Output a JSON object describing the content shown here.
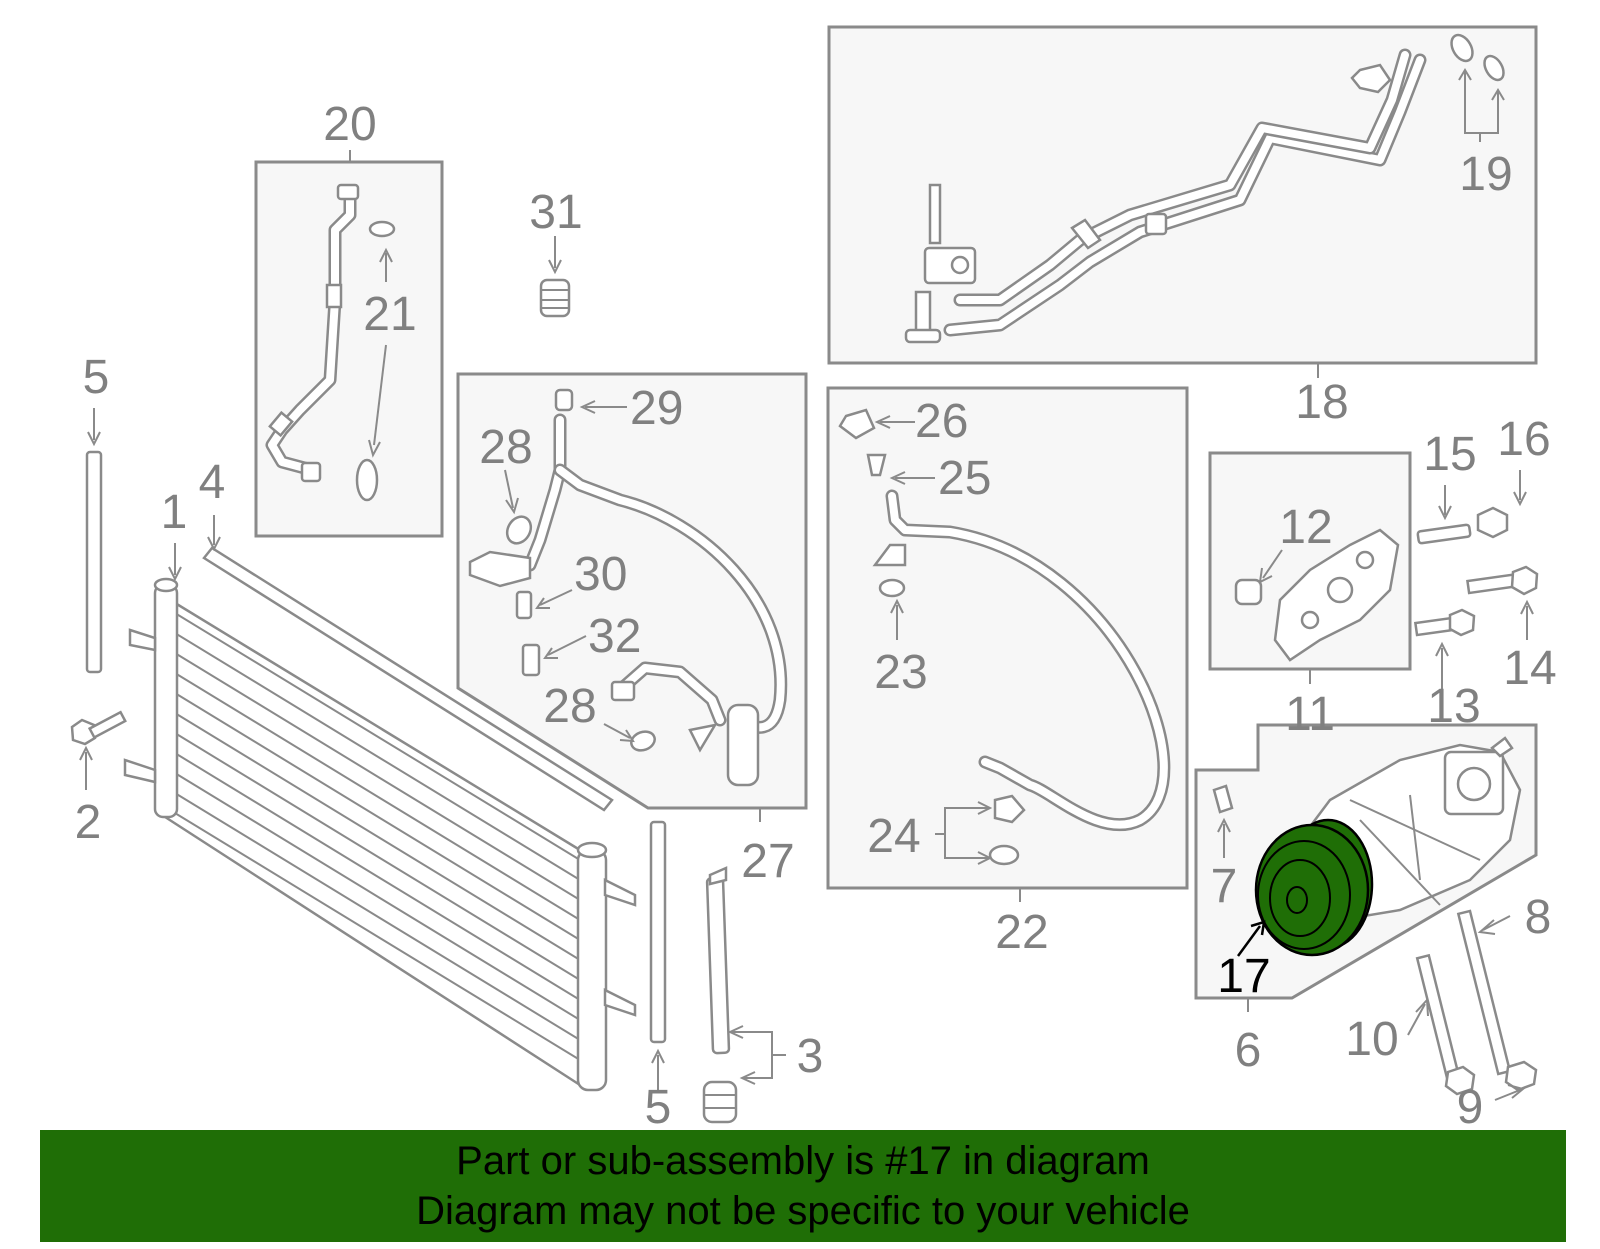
{
  "labels": {
    "p1": "1",
    "p2": "2",
    "p3": "3",
    "p4": "4",
    "p5a": "5",
    "p5b": "5",
    "p6": "6",
    "p7": "7",
    "p8": "8",
    "p9": "9",
    "p10": "10",
    "p11": "11",
    "p12": "12",
    "p13": "13",
    "p14": "14",
    "p15": "15",
    "p16": "16",
    "p17": "17",
    "p18": "18",
    "p19": "19",
    "p20": "20",
    "p21": "21",
    "p22": "22",
    "p23": "23",
    "p24": "24",
    "p25": "25",
    "p26": "26",
    "p27": "27",
    "p28a": "28",
    "p28b": "28",
    "p29": "29",
    "p30": "30",
    "p31": "31",
    "p32": "32"
  },
  "highlight": {
    "part": "17",
    "color": "#1f6e06"
  },
  "banner": {
    "line1": "Part or sub-assembly is #17 in diagram",
    "line2": "Diagram may not be specific to your vehicle",
    "color": "#1f6e06"
  }
}
